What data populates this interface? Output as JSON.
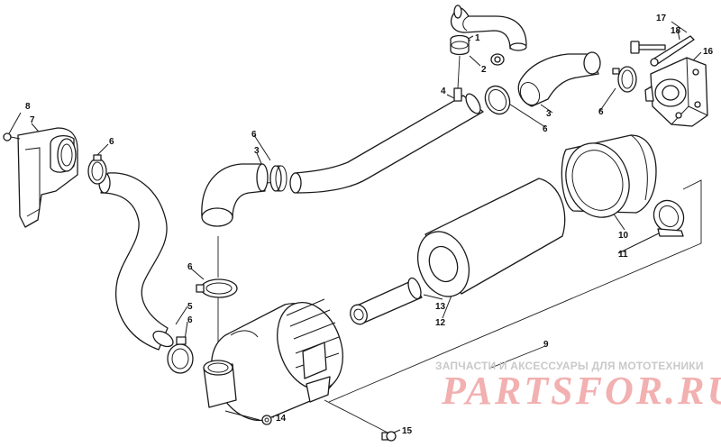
{
  "diagram": {
    "callouts": [
      "1",
      "2",
      "3",
      "3",
      "4",
      "5",
      "6",
      "6",
      "6",
      "6",
      "6",
      "6",
      "7",
      "8",
      "9",
      "10",
      "11",
      "12",
      "13",
      "14",
      "15",
      "16",
      "17",
      "18"
    ]
  },
  "watermark": {
    "caption": "ЗАПЧАСТИ И АКСЕССУАРЫ ДЛЯ МОТОТЕХНИКИ",
    "logo": "PARTSFOR.RU"
  },
  "colors": {
    "line": "#1a1a1a",
    "watermark_caption": "#c9c9c9",
    "watermark_logo": "#f2b0b0"
  }
}
